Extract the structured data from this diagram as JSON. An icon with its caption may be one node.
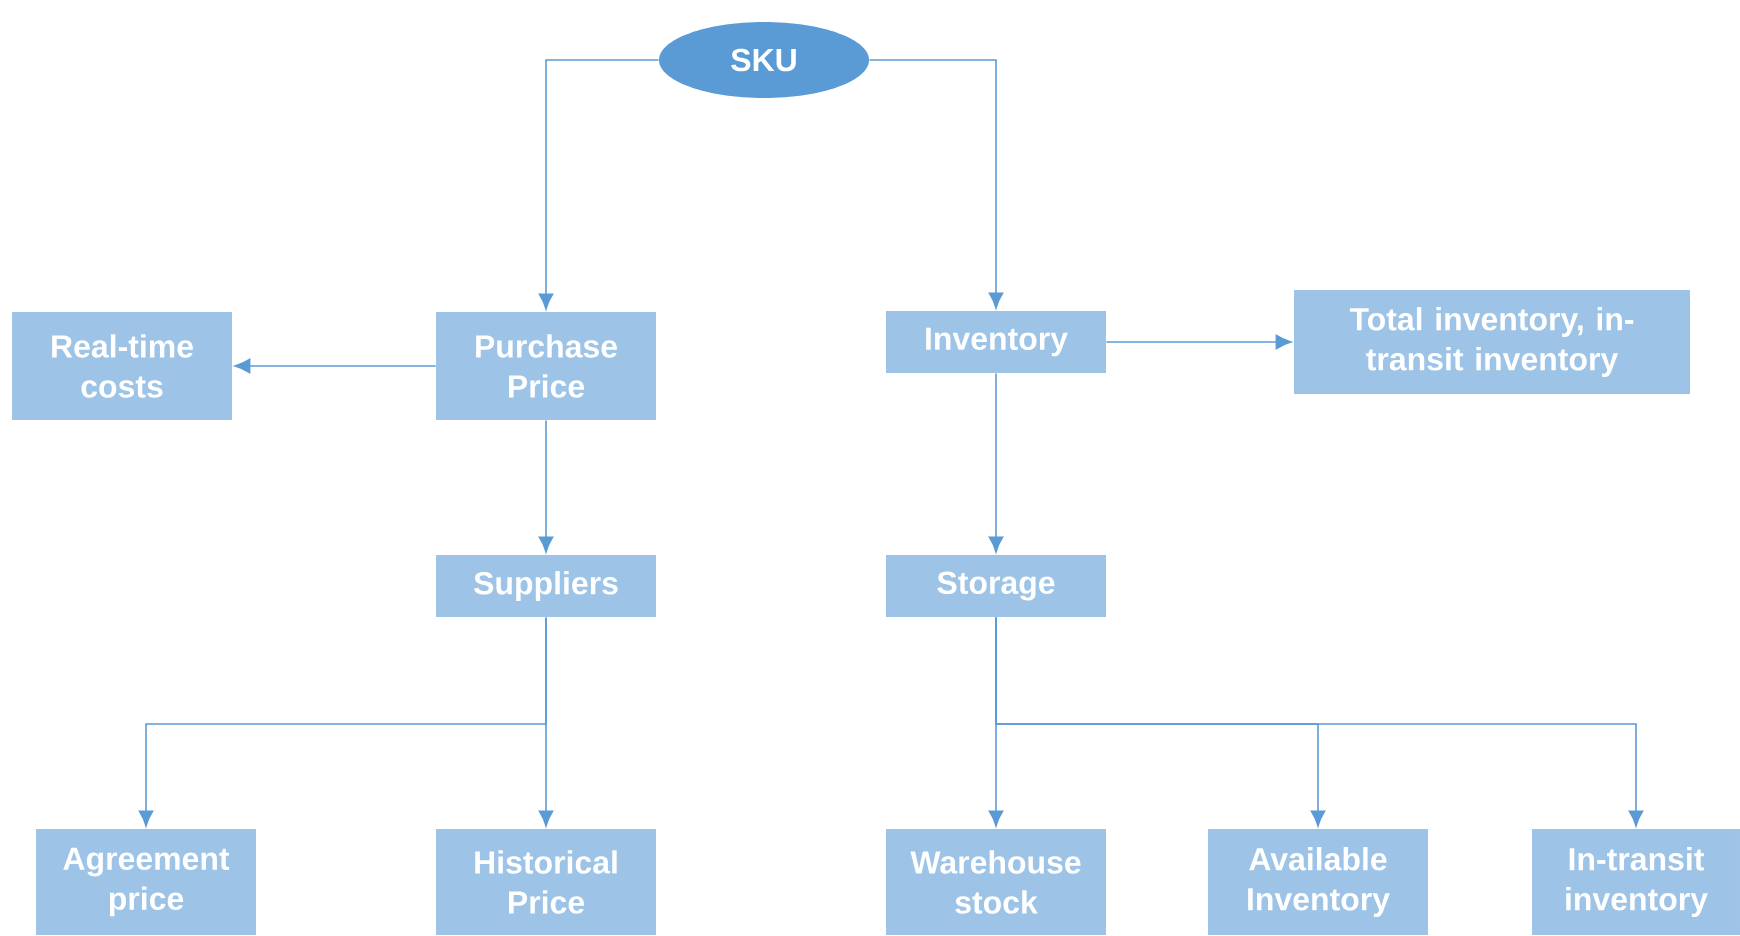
{
  "diagram": {
    "nodes": [
      {
        "text": [
          "SKU"
        ]
      },
      {
        "text": [
          "Real-time costs"
        ]
      },
      {
        "text": [
          "Purchase Price"
        ]
      },
      {
        "text": [
          "Inventory"
        ]
      },
      {
        "text": [
          "Total inventory, in-transit inventory"
        ]
      },
      {
        "text": [
          "Suppliers"
        ]
      },
      {
        "text": [
          "Storage"
        ]
      },
      {
        "text": [
          "Agreement price"
        ]
      },
      {
        "text": [
          "Historical Price"
        ]
      },
      {
        "text": [
          "Warehouse stock"
        ]
      },
      {
        "text": [
          "Available Inventory"
        ]
      },
      {
        "text": [
          "In-transit inventory"
        ]
      }
    ],
    "edges": [
      {
        "from": 0,
        "to": 2,
        "arrow": "to"
      },
      {
        "from": 0,
        "to": 3,
        "arrow": "to"
      },
      {
        "from": 2,
        "to": 1,
        "arrow": "to"
      },
      {
        "from": 3,
        "to": 4,
        "arrow": "to"
      },
      {
        "from": 2,
        "to": 5,
        "arrow": "to"
      },
      {
        "from": 3,
        "to": 6,
        "arrow": "to"
      },
      {
        "from": 5,
        "to": 7,
        "arrow": "to"
      },
      {
        "from": 5,
        "to": 8,
        "arrow": "to"
      },
      {
        "from": 6,
        "to": 9,
        "arrow": "to"
      },
      {
        "from": 6,
        "to": 10,
        "arrow": "to"
      },
      {
        "from": 6,
        "to": 11,
        "arrow": "to"
      }
    ]
  }
}
